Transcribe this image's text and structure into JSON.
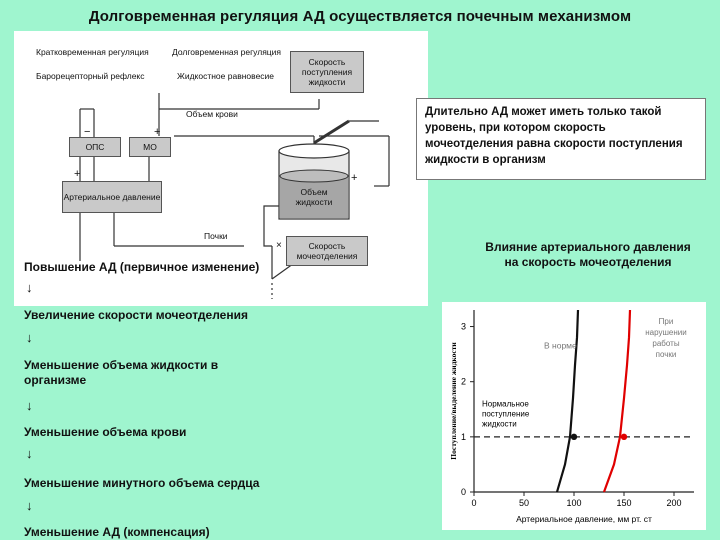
{
  "title": "Долговременная регуляция АД осуществляется почечным механизмом",
  "diagram": {
    "short_term": "Кратковременная регуляция",
    "baroreflex": "Барорецепторный рефлекс",
    "long_term": "Долговременная регуляция",
    "water_balance": "Жидкостное равновесие",
    "intake_rate": "Скорость поступления жидкости",
    "blood_volume": "Объем крови",
    "ops": "ОПС",
    "mo": "МО",
    "arterial_pressure": "Артериальное давление",
    "fluid_volume": "Объем жидкости",
    "kidneys": "Почки",
    "urine_rate": "Скорость мочеотделения",
    "sign_minus": "−",
    "sign_plus": "+",
    "sign_x": "×"
  },
  "note": "Длительно АД может иметь только такой уровень, при котором скорость мочеотделения равна скорости поступления жидкости в организм",
  "chain": [
    "Повышение АД (первичное изменение)",
    "Увеличение скорости мочеотделения",
    "Уменьшение объема жидкости в организме",
    "Уменьшение объема крови",
    "Уменьшение минутного объема сердца",
    "Уменьшение АД (компенсация)"
  ],
  "arrow_glyph": "↓",
  "chart_title": "Влияние артериального давления на скорость мочеотделения",
  "chart_data": {
    "type": "line",
    "ylabel": "Поступление/выделение жидкости",
    "xlabel": "Артериальное давление, мм рт. ст",
    "xlim": [
      0,
      220
    ],
    "ylim": [
      0,
      3.3
    ],
    "xticks": [
      0,
      50,
      100,
      150,
      200
    ],
    "yticks": [
      0,
      1,
      2,
      3
    ],
    "series": [
      {
        "name": "В норме",
        "color": "#111111",
        "x": [
          83,
          91,
          96,
          99,
          101,
          103,
          104
        ],
        "y": [
          0,
          0.5,
          1,
          1.7,
          2.3,
          2.8,
          3.3
        ]
      },
      {
        "name": "При нарушении работы почки",
        "color": "#e00000",
        "x": [
          130,
          140,
          146,
          150,
          153,
          155,
          156
        ],
        "y": [
          0,
          0.5,
          1,
          1.7,
          2.3,
          2.8,
          3.3
        ]
      }
    ],
    "reference_line": {
      "label": "Нормальное поступление жидкости",
      "y": 1
    },
    "points": [
      {
        "x": 100,
        "y": 1,
        "color": "#111111"
      },
      {
        "x": 150,
        "y": 1,
        "color": "#e00000"
      }
    ]
  }
}
